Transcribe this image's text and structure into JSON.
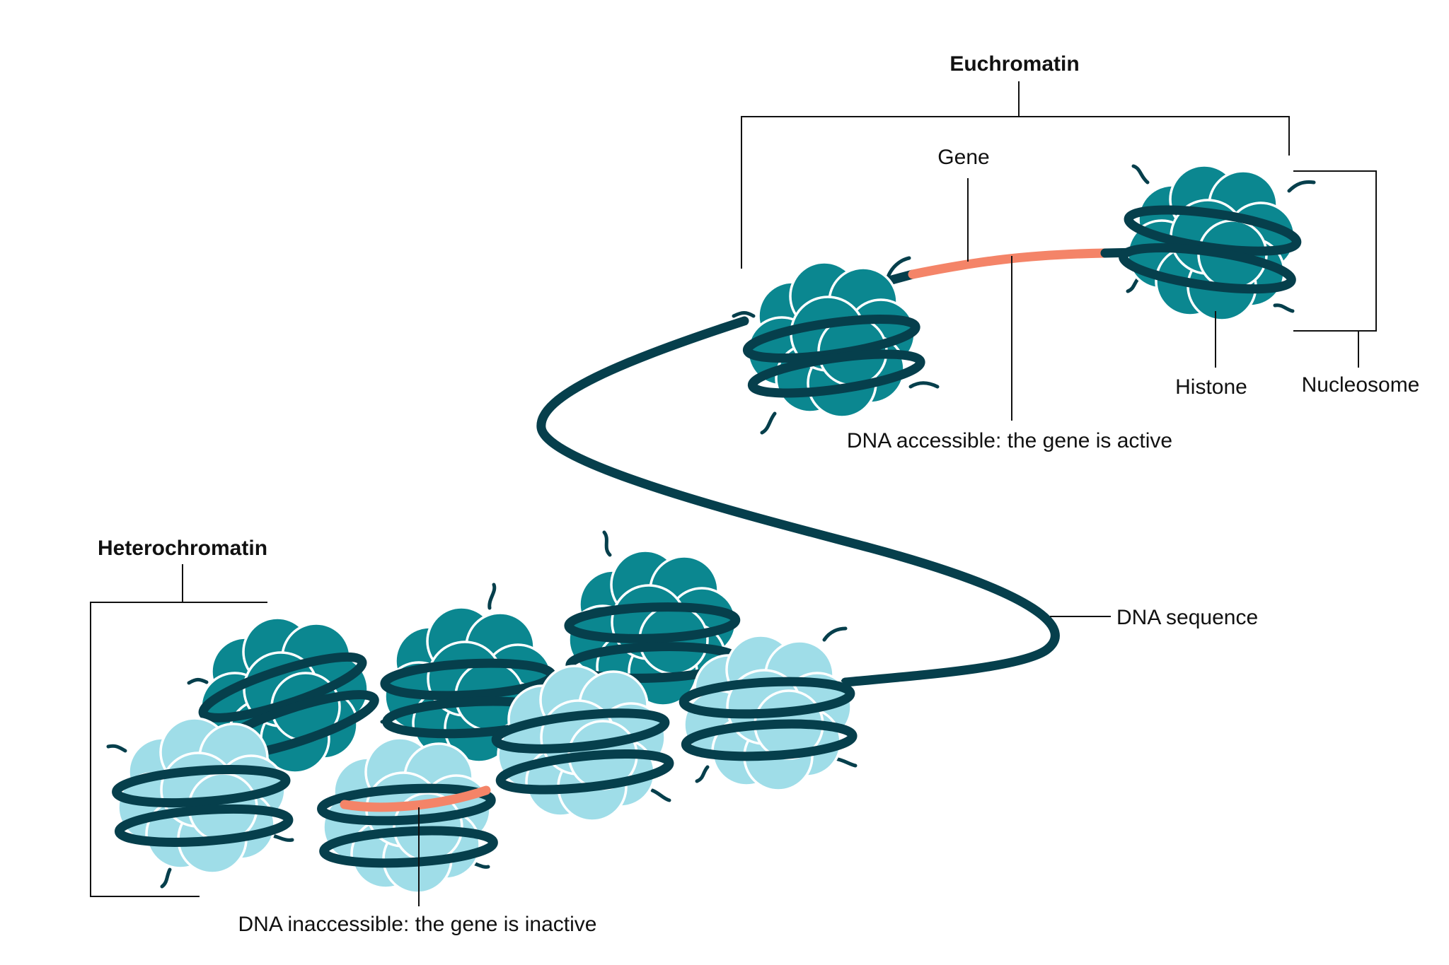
{
  "labels": {
    "euchromatin": "Euchromatin",
    "heterochromatin": "Heterochromatin",
    "gene": "Gene",
    "histone": "Histone",
    "nucleosome": "Nucleosome",
    "dna_accessible": "DNA accessible: the gene is active",
    "dna_sequence": "DNA sequence",
    "dna_inaccessible": "DNA inaccessible: the gene is inactive"
  },
  "colors": {
    "background": "#ffffff",
    "dna_strand": "#063f4c",
    "histone_dark": "#0b8790",
    "histone_light": "#9fdde8",
    "gene_highlight": "#f48468",
    "leader_line": "#111111"
  },
  "diagram": {
    "nucleosomes": [
      {
        "region": "euchromatin",
        "shade": "dark"
      },
      {
        "region": "euchromatin",
        "shade": "dark"
      },
      {
        "region": "heterochromatin",
        "shade": "dark"
      },
      {
        "region": "heterochromatin",
        "shade": "dark"
      },
      {
        "region": "heterochromatin",
        "shade": "dark"
      },
      {
        "region": "heterochromatin",
        "shade": "light"
      },
      {
        "region": "heterochromatin",
        "shade": "light"
      },
      {
        "region": "heterochromatin",
        "shade": "light"
      },
      {
        "region": "heterochromatin",
        "shade": "light"
      }
    ]
  }
}
